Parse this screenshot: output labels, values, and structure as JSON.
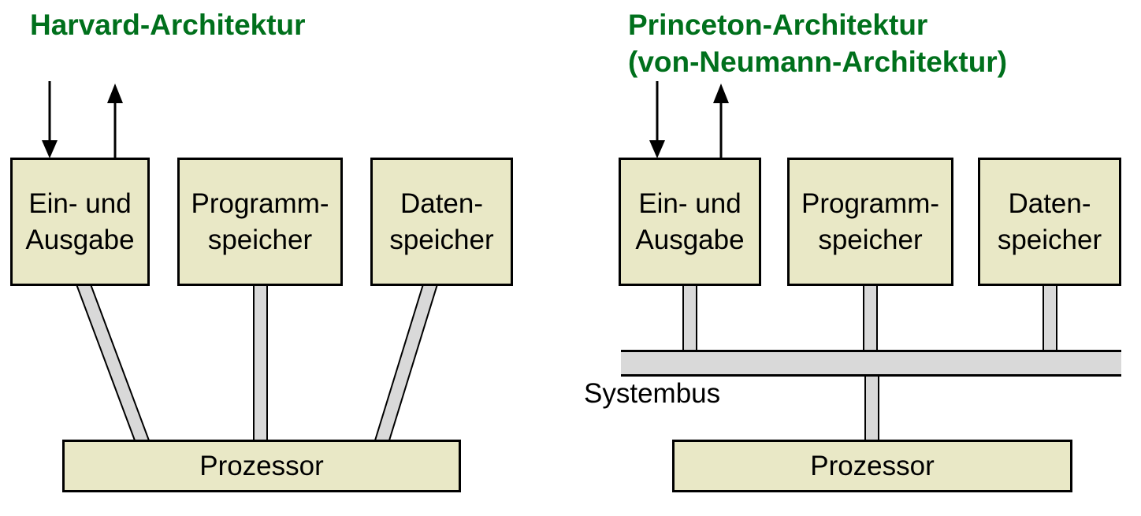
{
  "colors": {
    "title_green": "#00701c",
    "box_fill": "#e9e8c6",
    "connector_gray": "#d9d9d9",
    "outline": "#000000",
    "text": "#000000",
    "background": "#ffffff"
  },
  "harvard": {
    "title": "Harvard-Architektur",
    "boxes": [
      {
        "line1": "Ein- und",
        "line2": "Ausgabe"
      },
      {
        "line1": "Programm-",
        "line2": "speicher"
      },
      {
        "line1": "Daten-",
        "line2": "speicher"
      }
    ],
    "processor_label": "Prozessor"
  },
  "princeton": {
    "title_line1": "Princeton-Architektur",
    "title_line2": "(von-Neumann-Architektur)",
    "boxes": [
      {
        "line1": "Ein- und",
        "line2": "Ausgabe"
      },
      {
        "line1": "Programm-",
        "line2": "speicher"
      },
      {
        "line1": "Daten-",
        "line2": "speicher"
      }
    ],
    "bus_label": "Systembus",
    "processor_label": "Prozessor"
  }
}
